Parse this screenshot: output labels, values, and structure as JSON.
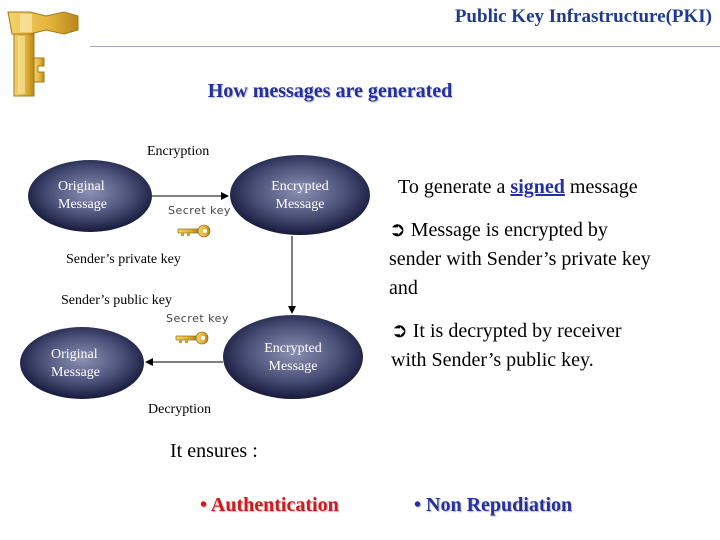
{
  "header": {
    "title": "Public Key Infrastructure(PKI)"
  },
  "subtitle": "How messages are generated",
  "diagram": {
    "encryption_label": "Encryption",
    "decryption_label": "Decryption",
    "original_top": [
      "Original",
      "Message"
    ],
    "encrypted_top": [
      "Encrypted",
      "Message"
    ],
    "original_bottom": [
      "Original",
      "Message"
    ],
    "encrypted_bottom": [
      "Encrypted",
      "Message"
    ],
    "secret_key_top": "Secret key",
    "secret_key_bottom": "Secret key",
    "sender_private_key": "Sender’s private key",
    "sender_public_key": "Sender’s  public key"
  },
  "explanation": {
    "intro_before": "To generate a ",
    "intro_emph": "signed",
    "intro_after": " message",
    "arrow_glyph": "➲",
    "step1": [
      "Message is encrypted by",
      "sender with Sender’s private key",
      "and"
    ],
    "step2": [
      "It is decrypted by receiver",
      "with Sender’s public key."
    ]
  },
  "ensures_text": "It ensures :",
  "bullets": [
    "Authentication",
    "Non Repudiation"
  ],
  "colors": {
    "ellipse_center": "#7e85a8",
    "ellipse_edge": "#0a0d2e",
    "title_blue": "#1f3b8c",
    "bullet_red": "#d11a1a",
    "key_gold": "#c8a22a"
  }
}
